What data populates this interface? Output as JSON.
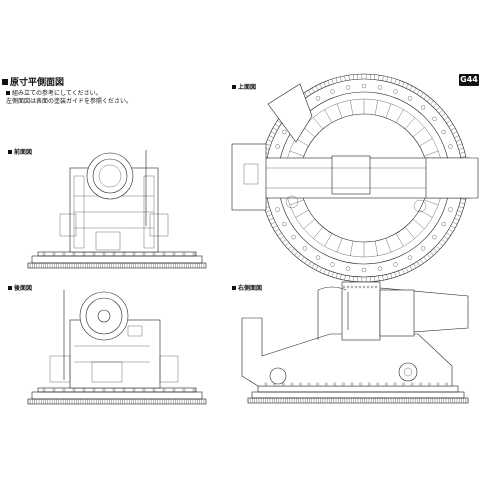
{
  "page": {
    "title": "原寸平側面図",
    "notes": [
      "組み立ての参考にしてください。",
      "左側面図は表面の塗装ガイドを参照ください。"
    ],
    "page_number": "G44"
  },
  "views": {
    "front": "前面図",
    "top": "上面図",
    "rear": "後面図",
    "right_side": "右側面図"
  }
}
